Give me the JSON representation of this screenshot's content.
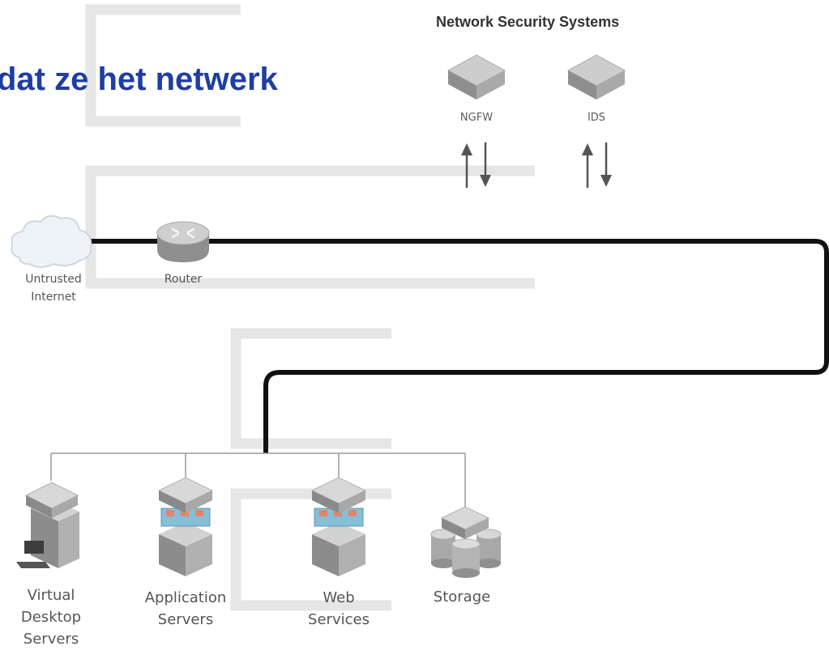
{
  "heading": "dat ze het netwerk",
  "security_title": "Network Security Systems",
  "security_devices": [
    "NGFW",
    "IDS"
  ],
  "edge": {
    "internet_label": [
      "Untrusted",
      "Internet"
    ],
    "router_label": "Router"
  },
  "servers": [
    {
      "name": "virtual-desktop-servers",
      "lines": [
        "Virtual",
        "Desktop",
        "Servers"
      ]
    },
    {
      "name": "application-servers",
      "lines": [
        "Application",
        "Servers"
      ]
    },
    {
      "name": "web-services",
      "lines": [
        "Web",
        "Services"
      ]
    },
    {
      "name": "storage",
      "lines": [
        "Storage"
      ]
    }
  ],
  "icons": {
    "cloud": "cloud-icon",
    "router": "router-icon",
    "appliance": "security-appliance-icon",
    "switch": "switch-icon",
    "server": "server-icon",
    "storage": "storage-icon",
    "arrows": "bidirectional-arrows-icon"
  },
  "colors": {
    "heading": "#1f3ea3",
    "backbone": "#111111",
    "device_gray": "#b9b9b9",
    "frame_gray": "#e6e6e6"
  }
}
